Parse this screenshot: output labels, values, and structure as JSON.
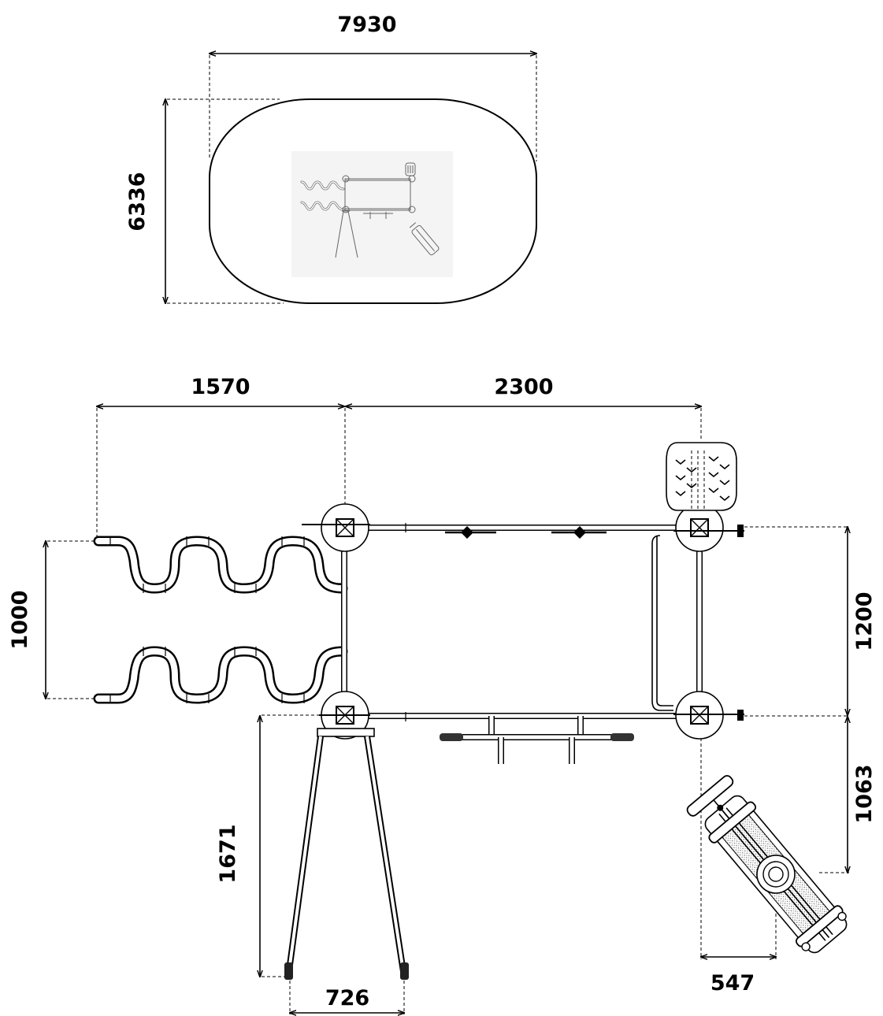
{
  "dimensions": {
    "overall_width": "7930",
    "overall_depth": "6336",
    "crawl_tunnel_width": "1570",
    "frame_length": "2300",
    "tunnel_spacing": "1000",
    "frame_width": "1200",
    "ladder_length": "1671",
    "ladder_width": "726",
    "board_offset": "1063",
    "board_offset_x": "547"
  }
}
